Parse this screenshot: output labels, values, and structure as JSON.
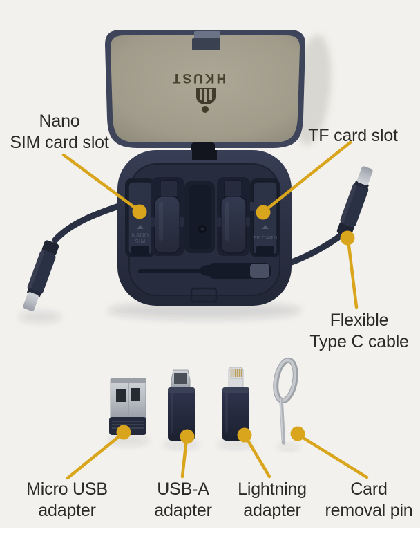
{
  "figure_type": "annotated product photo of a multi-adapter travel kit",
  "colors": {
    "background": "#F2F1ED",
    "accent_leader": "#D8A51C",
    "label_text": "#2B2A28",
    "case_navy": "#2B3043",
    "lid_tint": "#A49F8E",
    "silver": "#B6BAC0"
  },
  "device": {
    "brand": "HKUST",
    "left_slot_engraving_line1": "NANO",
    "left_slot_engraving_line2": "SIM",
    "right_slot_engraving": "TF CARD"
  },
  "labels": {
    "nano_sim": [
      "Nano",
      "SIM card slot"
    ],
    "tf_card": [
      "TF card slot"
    ],
    "type_c": [
      "Flexible",
      "Type C cable"
    ],
    "micro_usb": [
      "Micro USB",
      "adapter"
    ],
    "usb_a": [
      "USB-A",
      "adapter"
    ],
    "lightning": [
      "Lightning",
      "adapter"
    ],
    "removal_pin": [
      "Card",
      "removal pin"
    ]
  }
}
